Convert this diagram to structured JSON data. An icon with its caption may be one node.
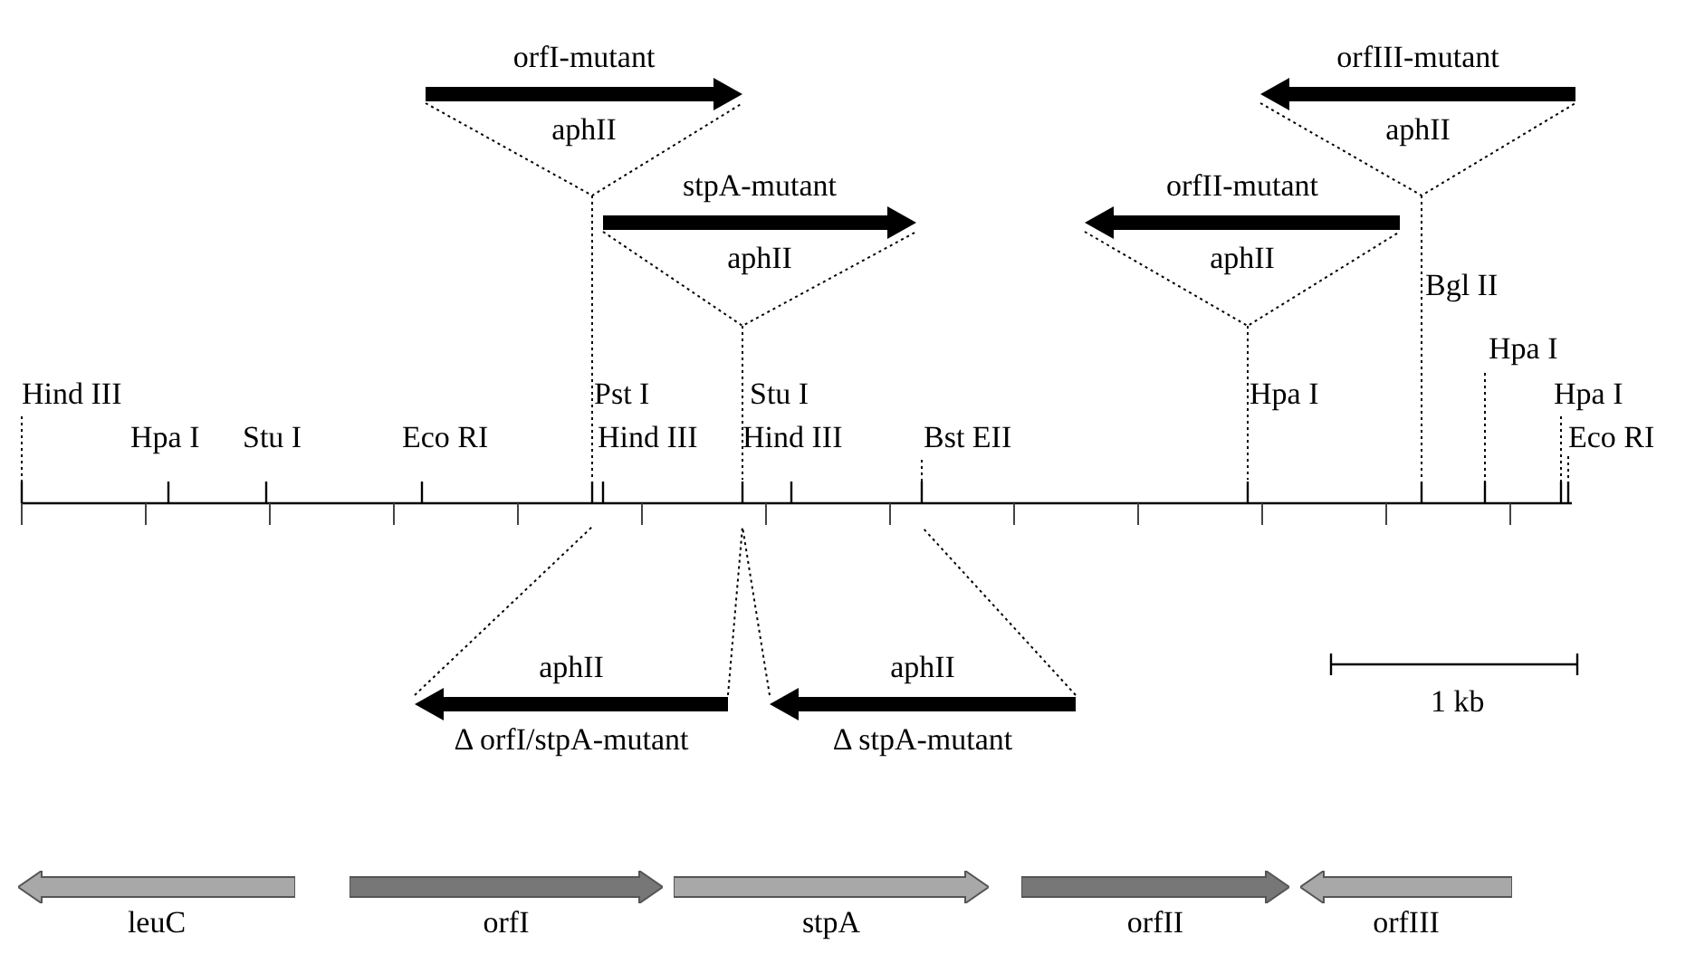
{
  "diagram": {
    "nodes": [
      {
        "text": [
          "orfI-mutant",
          "aphII"
        ]
      },
      {
        "text": [
          "orfIII-mutant",
          "aphII"
        ]
      },
      {
        "text": [
          "stpA-mutant",
          "aphII"
        ]
      },
      {
        "text": [
          "orfII-mutant",
          "aphII"
        ]
      },
      {
        "text": [
          "aphII",
          "Δ orfI/stpA-mutant"
        ]
      },
      {
        "text": [
          "aphII",
          "Δ stpA-mutant"
        ]
      },
      {
        "text": [
          "leuC"
        ]
      },
      {
        "text": [
          "orfI"
        ]
      },
      {
        "text": [
          "stpA"
        ]
      },
      {
        "text": [
          "orfII"
        ]
      },
      {
        "text": [
          "orfIII"
        ]
      },
      {
        "text": [],
        "shape": "bar"
      }
    ],
    "edges": [
      {
        "from": 0,
        "to": 11,
        "arrow": "none",
        "style": "dashed"
      },
      {
        "from": 1,
        "to": 11,
        "arrow": "none",
        "style": "dashed"
      },
      {
        "from": 2,
        "to": 11,
        "arrow": "none",
        "style": "dashed"
      },
      {
        "from": 3,
        "to": 11,
        "arrow": "none",
        "style": "dashed"
      },
      {
        "from": 4,
        "to": 11,
        "arrow": "none",
        "style": "dashed"
      },
      {
        "from": 5,
        "to": 11,
        "arrow": "none",
        "style": "dashed"
      },
      {
        "from": 4,
        "to": 11,
        "arrow": "none",
        "style": "dashed"
      },
      {
        "from": 5,
        "to": 11,
        "arrow": "none",
        "style": "dashed"
      }
    ],
    "labels": [
      "Bgl II",
      "Hpa I",
      "Hind III",
      "Pst I",
      "Stu I",
      "Hpa I",
      "Hpa I",
      "Hpa I",
      "Stu I",
      "Eco RI",
      "Hind III",
      "Hind III",
      "Bst EII",
      "Eco RI",
      "1 kb"
    ]
  }
}
